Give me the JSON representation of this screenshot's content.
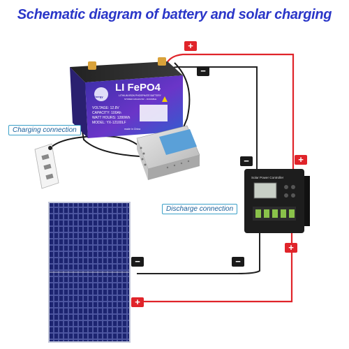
{
  "title": "Schematic diagram of battery and solar charging",
  "labels": {
    "charging_connection": "Charging connection",
    "discharge_connection": "Discharge connection"
  },
  "battery": {
    "brand": "Energy",
    "model_name": "LI FePO4",
    "subtitle_1": "LITHIUM IRON PHOSPHATE BATTERY",
    "subtitle_2": "STORED HIGH/LOW -- DURABLE",
    "voltage": "VOLTAGE: 12.8V",
    "capacity": "CAPACITY: 100Ah",
    "watt_hours": "WATT HOURS: 1280Wh",
    "model": "MODEL: YX-12100LF",
    "origin": "made in China"
  },
  "controller": {
    "label": "Solar Power Controller"
  },
  "terminals": {
    "plus": "+",
    "minus": "−"
  },
  "colors": {
    "title": "#2a36c8",
    "positive_wire": "#e0242a",
    "negative_wire": "#222222",
    "label_border": "#3aa0c8"
  }
}
